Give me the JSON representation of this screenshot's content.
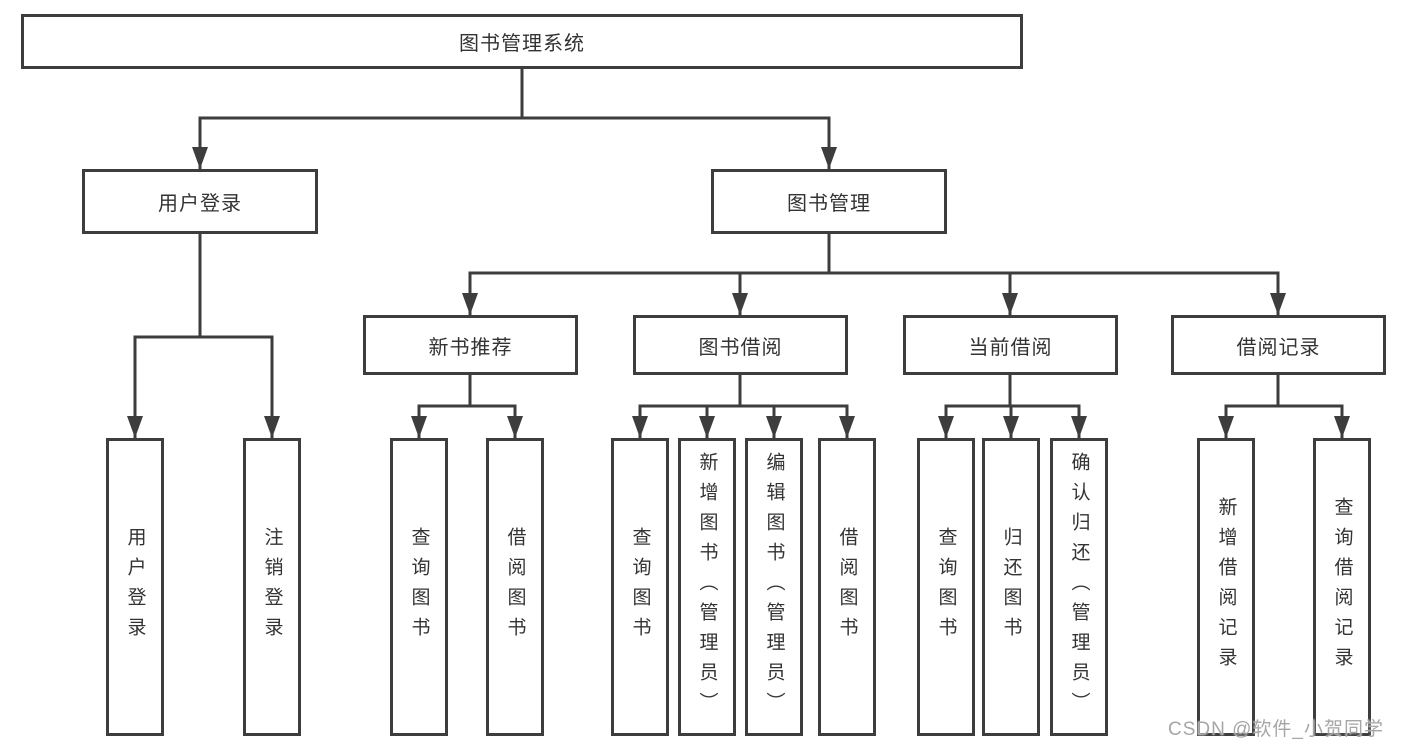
{
  "diagram_title": "图书管理系统",
  "nodes": {
    "root": "图书管理系统",
    "user_login": "用户登录",
    "book_management": "图书管理",
    "new_book_recommendation": "新书推荐",
    "book_borrowing": "图书借阅",
    "current_borrowing": "当前借阅",
    "borrowing_records": "借阅记录",
    "leaf_user_login": "用户登录",
    "leaf_logout_login": "注销登录",
    "leaf_query_books_recommend": "查询图书",
    "leaf_borrow_books_recommend": "借阅图书",
    "leaf_query_books_borrowing": "查询图书",
    "leaf_add_books_admin": "新增图书（管理员）",
    "leaf_edit_books_admin": "编辑图书（管理员）",
    "leaf_borrow_books_borrowing": "借阅图书",
    "leaf_query_books_current": "查询图书",
    "leaf_return_books": "归还图书",
    "leaf_confirm_return_admin": "确认归还（管理员）",
    "leaf_add_borrow_record": "新增借阅记录",
    "leaf_query_borrow_record": "查询借阅记录"
  },
  "hierarchy": {
    "图书管理系统": [
      "用户登录",
      "图书管理"
    ],
    "用户登录": [
      "用户登录",
      "注销登录"
    ],
    "图书管理": [
      "新书推荐",
      "图书借阅",
      "当前借阅",
      "借阅记录"
    ],
    "新书推荐": [
      "查询图书",
      "借阅图书"
    ],
    "图书借阅": [
      "查询图书",
      "新增图书（管理员）",
      "编辑图书（管理员）",
      "借阅图书"
    ],
    "当前借阅": [
      "查询图书",
      "归还图书",
      "确认归还（管理员）"
    ],
    "借阅记录": [
      "新增借阅记录",
      "查询借阅记录"
    ]
  },
  "watermark": "CSDN @软件_小贺同学",
  "colors": {
    "line": "#3d3d3d",
    "text": "#333333",
    "watermark": "#a6a6a6",
    "background": "#ffffff"
  }
}
